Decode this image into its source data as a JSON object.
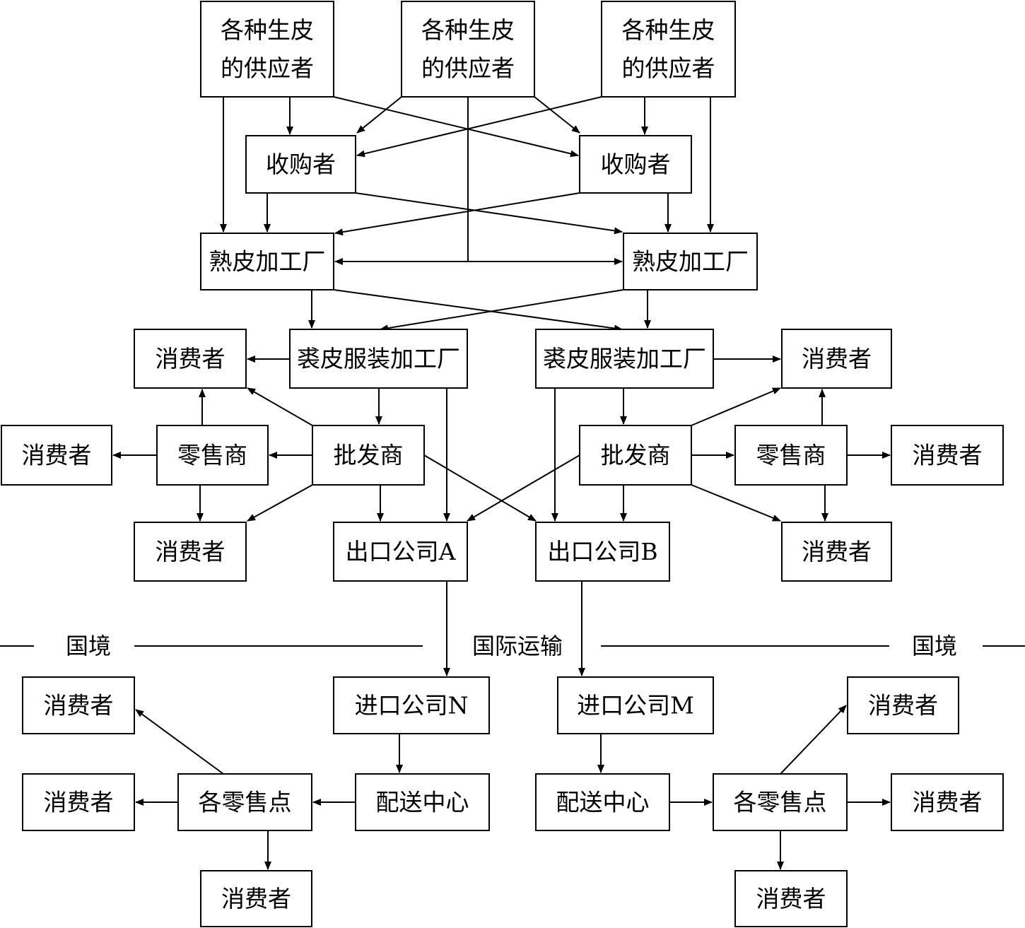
{
  "diagram": {
    "nodes": {
      "sup1": "各种生皮\n的供应者",
      "sup2": "各种生皮\n的供应者",
      "sup3": "各种生皮\n的供应者",
      "buyL": "收购者",
      "buyR": "收购者",
      "tanL": "熟皮加工厂",
      "tanR": "熟皮加工厂",
      "furL": "裘皮服装加工厂",
      "furR": "裘皮服装加工厂",
      "conLT": "消费者",
      "conRT": "消费者",
      "conLL": "消费者",
      "retL": "零售商",
      "whL": "批发商",
      "whR": "批发商",
      "retR": "零售商",
      "conRR": "消费者",
      "conLB": "消费者",
      "expA": "出口公司A",
      "expB": "出口公司B",
      "conRB": "消费者",
      "impN": "进口公司N",
      "impM": "进口公司M",
      "conBL1": "消费者",
      "conBR1": "消费者",
      "conBL2": "消费者",
      "rsL": "各零售点",
      "dcL": "配送中心",
      "dcR": "配送中心",
      "rsR": "各零售点",
      "conBR2": "消费者",
      "conBL3": "消费者",
      "conBR3": "消费者"
    },
    "border": {
      "left_label": "国境",
      "center_label": "国际运输",
      "right_label": "国境"
    },
    "edges": [
      {
        "from": "sup1",
        "to": "buyL"
      },
      {
        "from": "sup1",
        "to": "buyR"
      },
      {
        "from": "sup1",
        "to": "tanL"
      },
      {
        "from": "sup2",
        "to": "buyL"
      },
      {
        "from": "sup2",
        "to": "buyR"
      },
      {
        "from": "sup2",
        "to": "tanL"
      },
      {
        "from": "sup2",
        "to": "tanR"
      },
      {
        "from": "sup3",
        "to": "buyL"
      },
      {
        "from": "sup3",
        "to": "buyR"
      },
      {
        "from": "sup3",
        "to": "tanR"
      },
      {
        "from": "buyL",
        "to": "tanL"
      },
      {
        "from": "buyL",
        "to": "tanR"
      },
      {
        "from": "buyR",
        "to": "tanL"
      },
      {
        "from": "buyR",
        "to": "tanR"
      },
      {
        "from": "tanL",
        "to": "furL"
      },
      {
        "from": "tanL",
        "to": "furR"
      },
      {
        "from": "tanR",
        "to": "furL"
      },
      {
        "from": "tanR",
        "to": "furR"
      },
      {
        "from": "furL",
        "to": "conLT"
      },
      {
        "from": "furL",
        "to": "whL"
      },
      {
        "from": "furL",
        "to": "expA"
      },
      {
        "from": "furR",
        "to": "conRT"
      },
      {
        "from": "furR",
        "to": "whR"
      },
      {
        "from": "furR",
        "to": "expB"
      },
      {
        "from": "whL",
        "to": "conLT"
      },
      {
        "from": "whL",
        "to": "retL"
      },
      {
        "from": "whL",
        "to": "conLB"
      },
      {
        "from": "whL",
        "to": "expA"
      },
      {
        "from": "whL",
        "to": "expB"
      },
      {
        "from": "retL",
        "to": "conLT"
      },
      {
        "from": "retL",
        "to": "conLL"
      },
      {
        "from": "retL",
        "to": "conLB"
      },
      {
        "from": "whR",
        "to": "conRT"
      },
      {
        "from": "whR",
        "to": "retR"
      },
      {
        "from": "whR",
        "to": "conRB"
      },
      {
        "from": "whR",
        "to": "expA"
      },
      {
        "from": "whR",
        "to": "expB"
      },
      {
        "from": "retR",
        "to": "conRT"
      },
      {
        "from": "retR",
        "to": "conRR"
      },
      {
        "from": "retR",
        "to": "conRB"
      },
      {
        "from": "expA",
        "to": "impN"
      },
      {
        "from": "expB",
        "to": "impM"
      },
      {
        "from": "impN",
        "to": "dcL"
      },
      {
        "from": "impM",
        "to": "dcR"
      },
      {
        "from": "dcL",
        "to": "rsL"
      },
      {
        "from": "dcR",
        "to": "rsR"
      },
      {
        "from": "rsL",
        "to": "conBL1"
      },
      {
        "from": "rsL",
        "to": "conBL2"
      },
      {
        "from": "rsL",
        "to": "conBL3"
      },
      {
        "from": "rsR",
        "to": "conBR1"
      },
      {
        "from": "rsR",
        "to": "conBR2"
      },
      {
        "from": "rsR",
        "to": "conBR3"
      }
    ]
  }
}
